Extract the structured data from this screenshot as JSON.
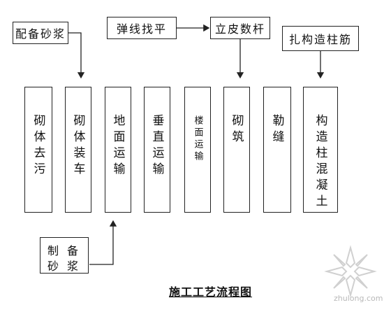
{
  "top_boxes": {
    "mortar_prep": "配备砂浆",
    "snap_line": "弹线找平",
    "skin_rod": "立皮数杆",
    "column_rebar": "扎构造柱筋"
  },
  "process_steps": [
    "砌体去污",
    "砌体装车",
    "地面运输",
    "垂直运输",
    "楼面运输",
    "砌筑",
    "勒缝",
    "构造柱混凝土"
  ],
  "bottom_box": {
    "line1": [
      "制",
      "备"
    ],
    "line2": [
      "砂",
      "浆"
    ]
  },
  "diagram_title": "施工工艺流程图",
  "watermark": {
    "text": "zhulong.com"
  }
}
